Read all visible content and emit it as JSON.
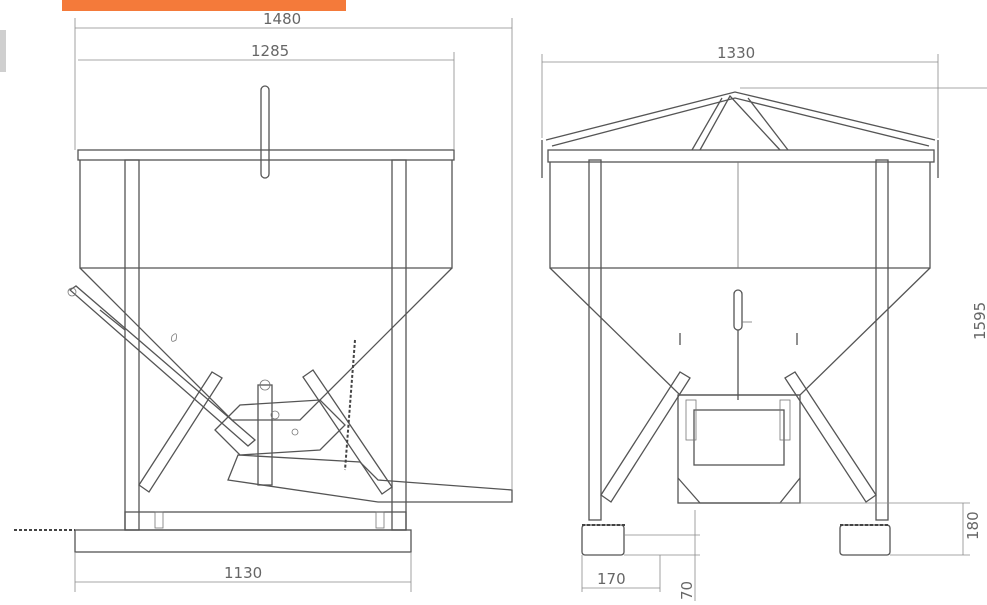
{
  "banner": {
    "color": "#f47a3a"
  },
  "dimensions": {
    "front_overall_width": "1480",
    "front_top_width": "1285",
    "front_base_width": "1130",
    "side_overall_width": "1330",
    "side_height": "1595",
    "side_foot_height": "180",
    "side_foot_width": "170",
    "side_foot_small": "70"
  },
  "colors": {
    "line": "#555555",
    "dimension": "#8a8a8a"
  }
}
